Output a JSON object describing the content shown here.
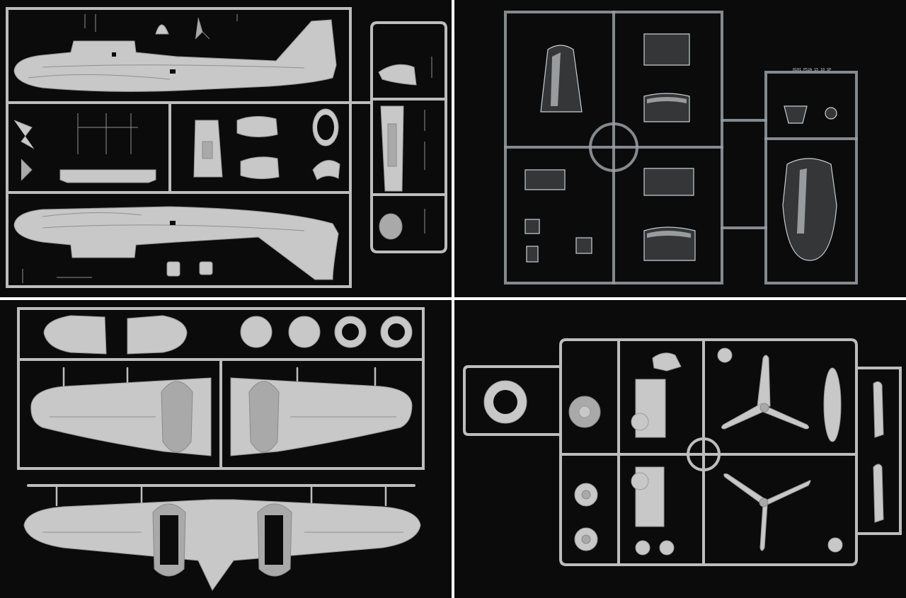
{
  "sprue_code": "0101 P52A 15 10 SP",
  "panels": [
    {
      "id": "top-left",
      "material": "grey",
      "contents": [
        "fuselage-half",
        "fuselage-half",
        "cockpit-parts",
        "cowling",
        "fin"
      ]
    },
    {
      "id": "top-right",
      "material": "clear",
      "contents": [
        "canopy",
        "windows",
        "nose-glazing"
      ]
    },
    {
      "id": "bottom-left",
      "material": "grey",
      "contents": [
        "wing-upper",
        "wing-lower",
        "engine-nacelles",
        "tail-planes"
      ]
    },
    {
      "id": "bottom-right",
      "material": "grey",
      "contents": [
        "propellers",
        "engine",
        "wheels",
        "pilot-figure",
        "drop-tank"
      ]
    }
  ],
  "colors": {
    "background": "#0b0b0b",
    "plastic": "#c8c8c8",
    "divider": "#ffffff"
  }
}
